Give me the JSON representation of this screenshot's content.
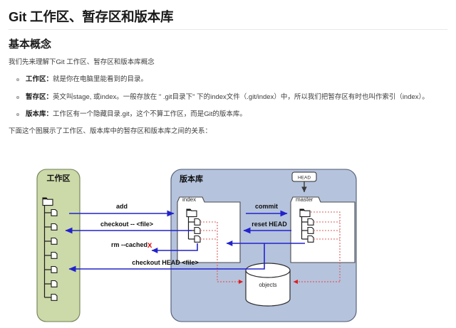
{
  "article": {
    "title": "Git 工作区、暂存区和版本库",
    "section_title": "基本概念",
    "intro": "我们先来理解下Git 工作区、暂存区和版本库概念",
    "concepts": [
      {
        "term": "工作区：",
        "text": "就是你在电脑里能看到的目录。"
      },
      {
        "term": "暂存区：",
        "text": "英文叫stage, 或index。一般存放在 \" .git目录下\" 下的index文件（.git/index）中，所以我们把暂存区有时也叫作索引（index）。"
      },
      {
        "term": "版本库：",
        "text": "工作区有一个隐藏目录.git，这个不算工作区，而是Git的版本库。"
      }
    ],
    "figure_caption": "下面这个图展示了工作区、版本库中的暂存区和版本库之间的关系："
  },
  "diagram": {
    "workspace": {
      "label": "工作区",
      "file_count": 7,
      "fill": "#ccd9a8",
      "stroke": "#7a8a5c"
    },
    "repository": {
      "label": "版本库",
      "fill": "#b5c3dd",
      "stroke": "#556079"
    },
    "index_folder": {
      "label": "index",
      "file_count": 3
    },
    "master_folder": {
      "label": "master",
      "file_count": 3
    },
    "head_box": {
      "label": "HEAD"
    },
    "objects_db": {
      "label": "objects"
    },
    "arrows": [
      {
        "label": "add",
        "direction": "right",
        "color": "#2222cc"
      },
      {
        "label": "commit",
        "direction": "right",
        "color": "#2222cc"
      },
      {
        "label": "checkout -- <file>",
        "direction": "left",
        "color": "#2222cc"
      },
      {
        "label": "reset HEAD",
        "direction": "left",
        "color": "#2222cc"
      },
      {
        "label": "rm --cached",
        "direction": "left",
        "color": "#2222cc",
        "marker": "X",
        "marker_color": "#e00000"
      },
      {
        "label": "checkout HEAD <file>",
        "direction": "left",
        "color": "#2222cc"
      }
    ],
    "colors": {
      "arrow_blue": "#2222cc",
      "dotted_red": "#e05a5a",
      "workspace_green": "#ccd9a8",
      "repo_blue": "#b5c3dd"
    }
  }
}
